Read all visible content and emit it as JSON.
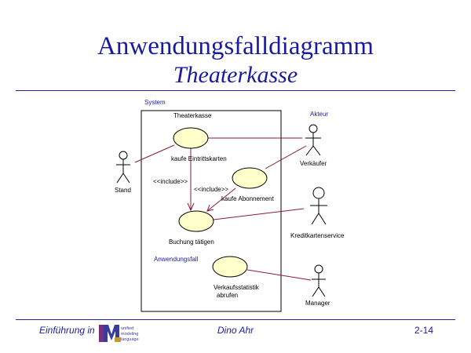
{
  "slide": {
    "title": "Anwendungsfalldiagramm",
    "subtitle": "Theaterkasse"
  },
  "diagram": {
    "system_annotation": "System",
    "system_name": "Theaterkasse",
    "actor_annotation": "Akteur",
    "usecase_annotation": "Anwendungsfall",
    "actors": [
      {
        "id": "stand",
        "name": "Stand"
      },
      {
        "id": "verkaeufer",
        "name": "Verkäufer"
      },
      {
        "id": "kreditkartenservice",
        "name": "Kreditkartenservice"
      },
      {
        "id": "manager",
        "name": "Manager"
      }
    ],
    "usecases": [
      {
        "id": "eintrittskarten",
        "lines": [
          "kaufe Eintrittskarten"
        ]
      },
      {
        "id": "abonnement",
        "lines": [
          "kaufe Abonnement"
        ]
      },
      {
        "id": "buchung",
        "lines": [
          "Buchung tätigen"
        ]
      },
      {
        "id": "statistik",
        "lines": [
          "Verkaufsstatistik",
          "abrufen"
        ]
      }
    ],
    "include_label_1": "<<include>>",
    "include_label_2": "<<include>>"
  },
  "footer": {
    "left": "Einführung in",
    "logo_text": [
      "unified",
      "modeling",
      "language"
    ],
    "center": "Dino Ahr",
    "right": "2-14"
  },
  "colors": {
    "title": "#1a1aa0",
    "usecase_fill": "#ffffcc",
    "association": "#8b1a3a",
    "annotation": "#1a1ab0"
  }
}
